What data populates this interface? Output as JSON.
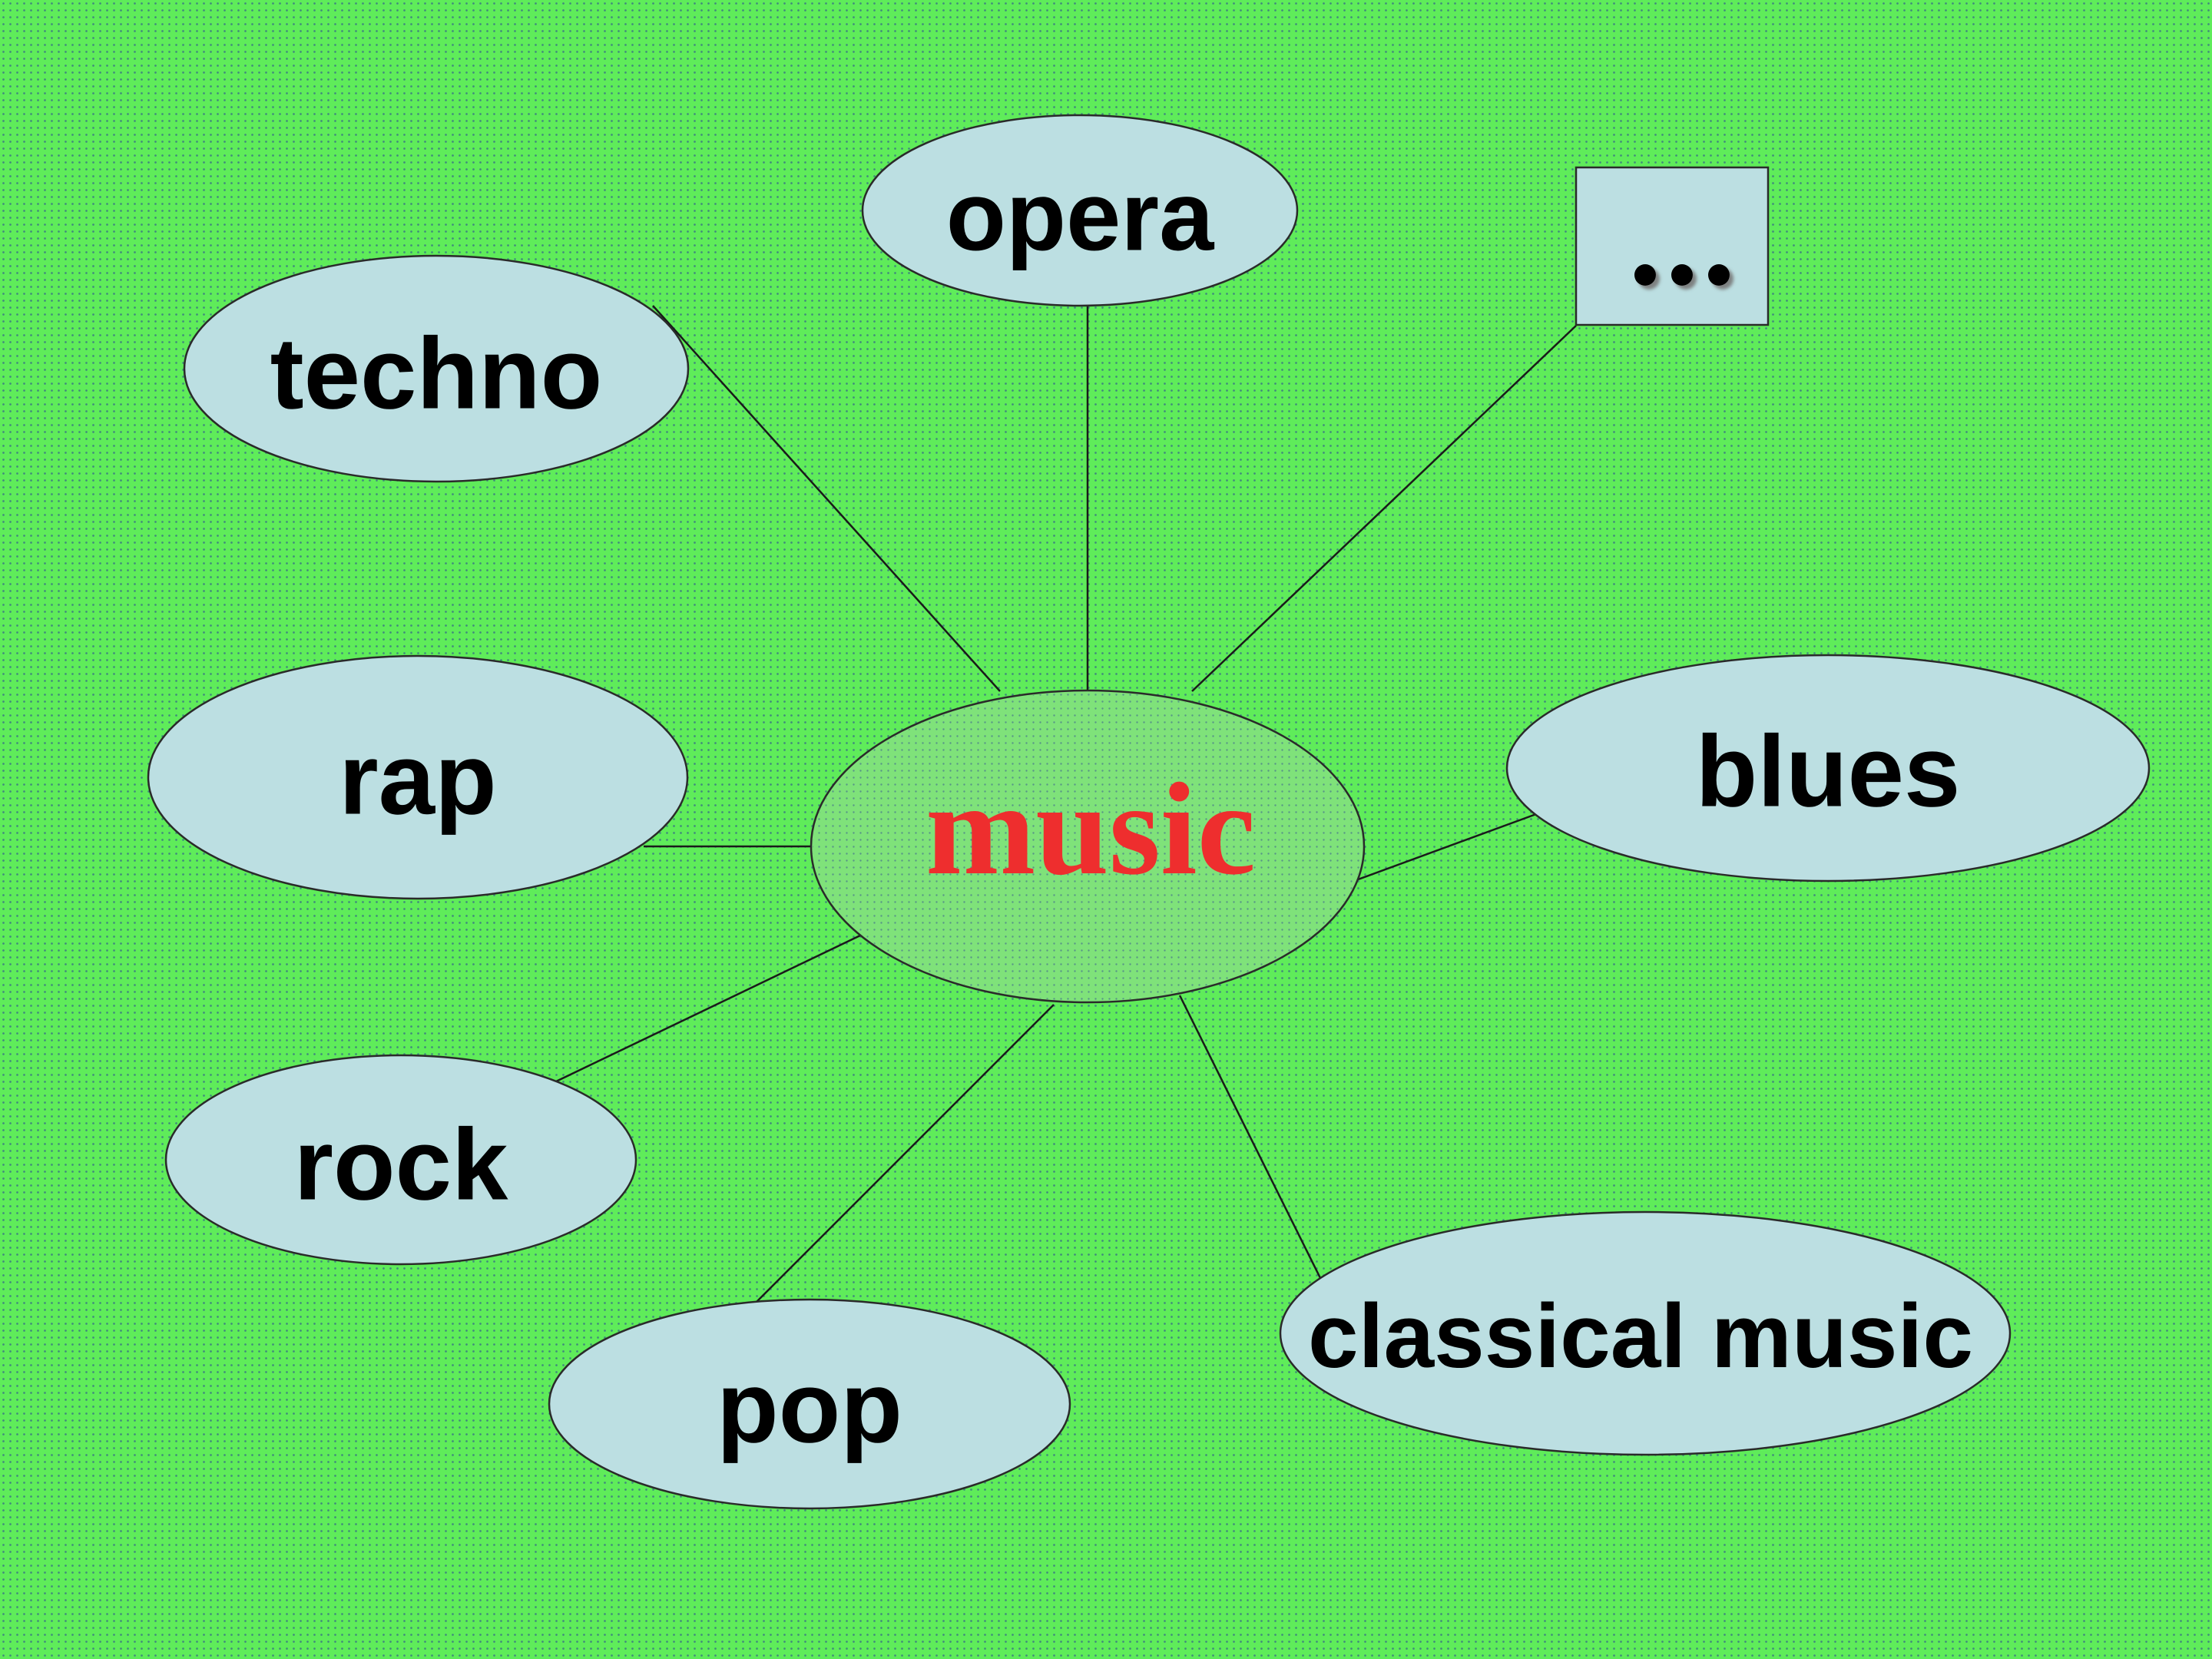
{
  "diagram": {
    "center": {
      "label": "music"
    },
    "nodes": {
      "opera": "opera",
      "techno": "techno",
      "rap": "rap",
      "rock": "rock",
      "pop": "pop",
      "classical": "classical music",
      "blues": "blues",
      "more": "..."
    }
  },
  "colors": {
    "background": "#5fec5a",
    "node_fill": "#bcdfe2",
    "center_fill": "#7fe27a",
    "center_text": "#ee2e2e",
    "node_text": "#000000",
    "edge": "#1a1a1a"
  }
}
